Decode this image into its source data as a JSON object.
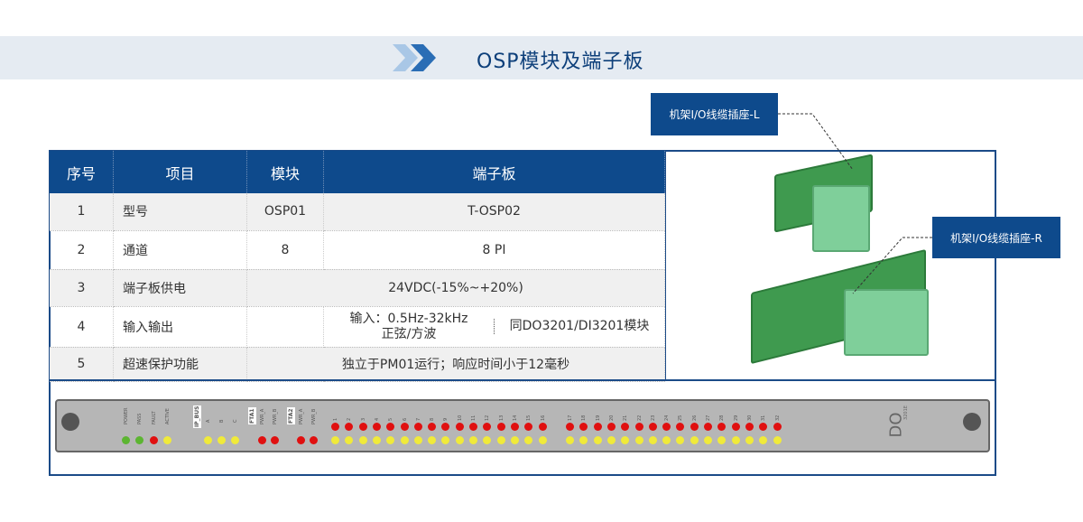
{
  "header": {
    "title": "OSP模块及端子板"
  },
  "table": {
    "headers": [
      "序号",
      "项目",
      "模块",
      "端子板"
    ],
    "rows": [
      {
        "no": "1",
        "item": "型号",
        "module": "OSP01",
        "board": "T-OSP02"
      },
      {
        "no": "2",
        "item": "通道",
        "module": "8",
        "board": "8 PI"
      },
      {
        "no": "3",
        "item": "端子板供电",
        "merged": "24VDC(-15%~+20%)"
      },
      {
        "no": "4",
        "item": "输入输出",
        "module": "",
        "board_a1": "输入：0.5Hz-32kHz",
        "board_a2": "正弦/方波",
        "board_b": "同DO3201/DI3201模块"
      },
      {
        "no": "5",
        "item": "超速保护功能",
        "merged": "独立于PM01运行；响应时间小于12毫秒"
      }
    ]
  },
  "callouts": {
    "left": "机架I/O线缆插座-L",
    "right": "机架I/O线缆插座-R"
  },
  "panel": {
    "status_labels": [
      "POWER",
      "PASS",
      "FAULT",
      "ACTIVE"
    ],
    "status_colors": [
      "#5cb531",
      "#5cb531",
      "#e01010",
      "#f0ea3a"
    ],
    "ip_bus": "IP_BUS",
    "ip_bus_labels": [
      "A",
      "B",
      "C"
    ],
    "fta1": "FTA1",
    "fta2": "FTA2",
    "pwr_labels": [
      "PWR_A",
      "PWR_B"
    ],
    "channels": [
      "1",
      "2",
      "3",
      "4",
      "5",
      "6",
      "7",
      "8",
      "9",
      "10",
      "11",
      "12",
      "13",
      "14",
      "15",
      "16",
      "17",
      "18",
      "19",
      "20",
      "21",
      "22",
      "23",
      "24",
      "25",
      "26",
      "27",
      "28",
      "29",
      "30",
      "31",
      "32"
    ],
    "module_name": "DO",
    "module_code": "3201E"
  },
  "colors": {
    "brand": "#0e4a8c",
    "red": "#e01010",
    "yellow": "#f0ea3a",
    "green": "#5cb531"
  }
}
